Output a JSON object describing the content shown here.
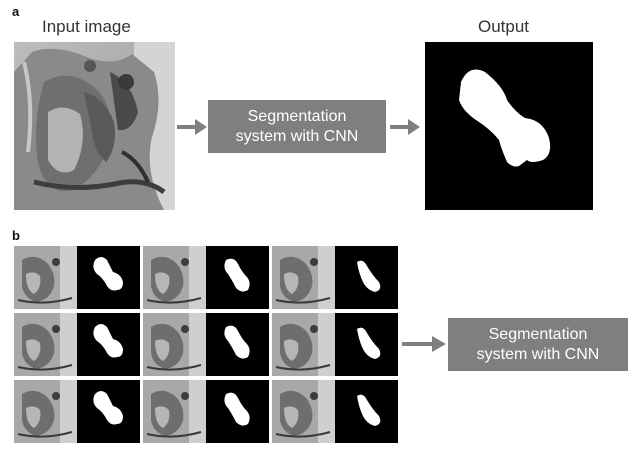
{
  "panel_a": {
    "letter": "a",
    "input_caption": "Input image",
    "output_caption": "Output",
    "process_line1": "Segmentation",
    "process_line2": "system with CNN"
  },
  "panel_b": {
    "letter": "b",
    "process_line1": "Segmentation",
    "process_line2": "system with CNN",
    "grid_rows": 3,
    "pairs_per_row": 3
  },
  "colors": {
    "process_box": "#7f7f7f",
    "arrow": "#7f7f7f",
    "mask_bg": "#000000",
    "mask_fg": "#ffffff"
  }
}
